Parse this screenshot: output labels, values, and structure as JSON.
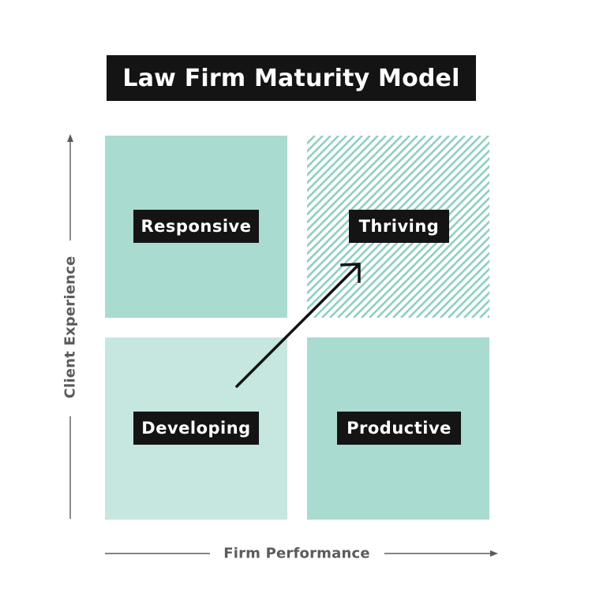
{
  "title": "Law Firm Maturity Model",
  "quadrants": {
    "responsive": {
      "label": "Responsive",
      "color": "#a9dbd1"
    },
    "thriving": {
      "label": "Thriving",
      "color": "#8fcfc1",
      "pattern": "diagonal-stripes"
    },
    "developing": {
      "label": "Developing",
      "color": "#c6e6e0"
    },
    "productive": {
      "label": "Productive",
      "color": "#a9dbd1"
    }
  },
  "axes": {
    "y_label": "Client Experience",
    "x_label": "Firm Performance",
    "color": "#5b5b5b"
  },
  "arrow": {
    "from": "Developing",
    "to": "Thriving"
  },
  "colors": {
    "label_bg": "#141414",
    "label_text": "#ffffff"
  }
}
